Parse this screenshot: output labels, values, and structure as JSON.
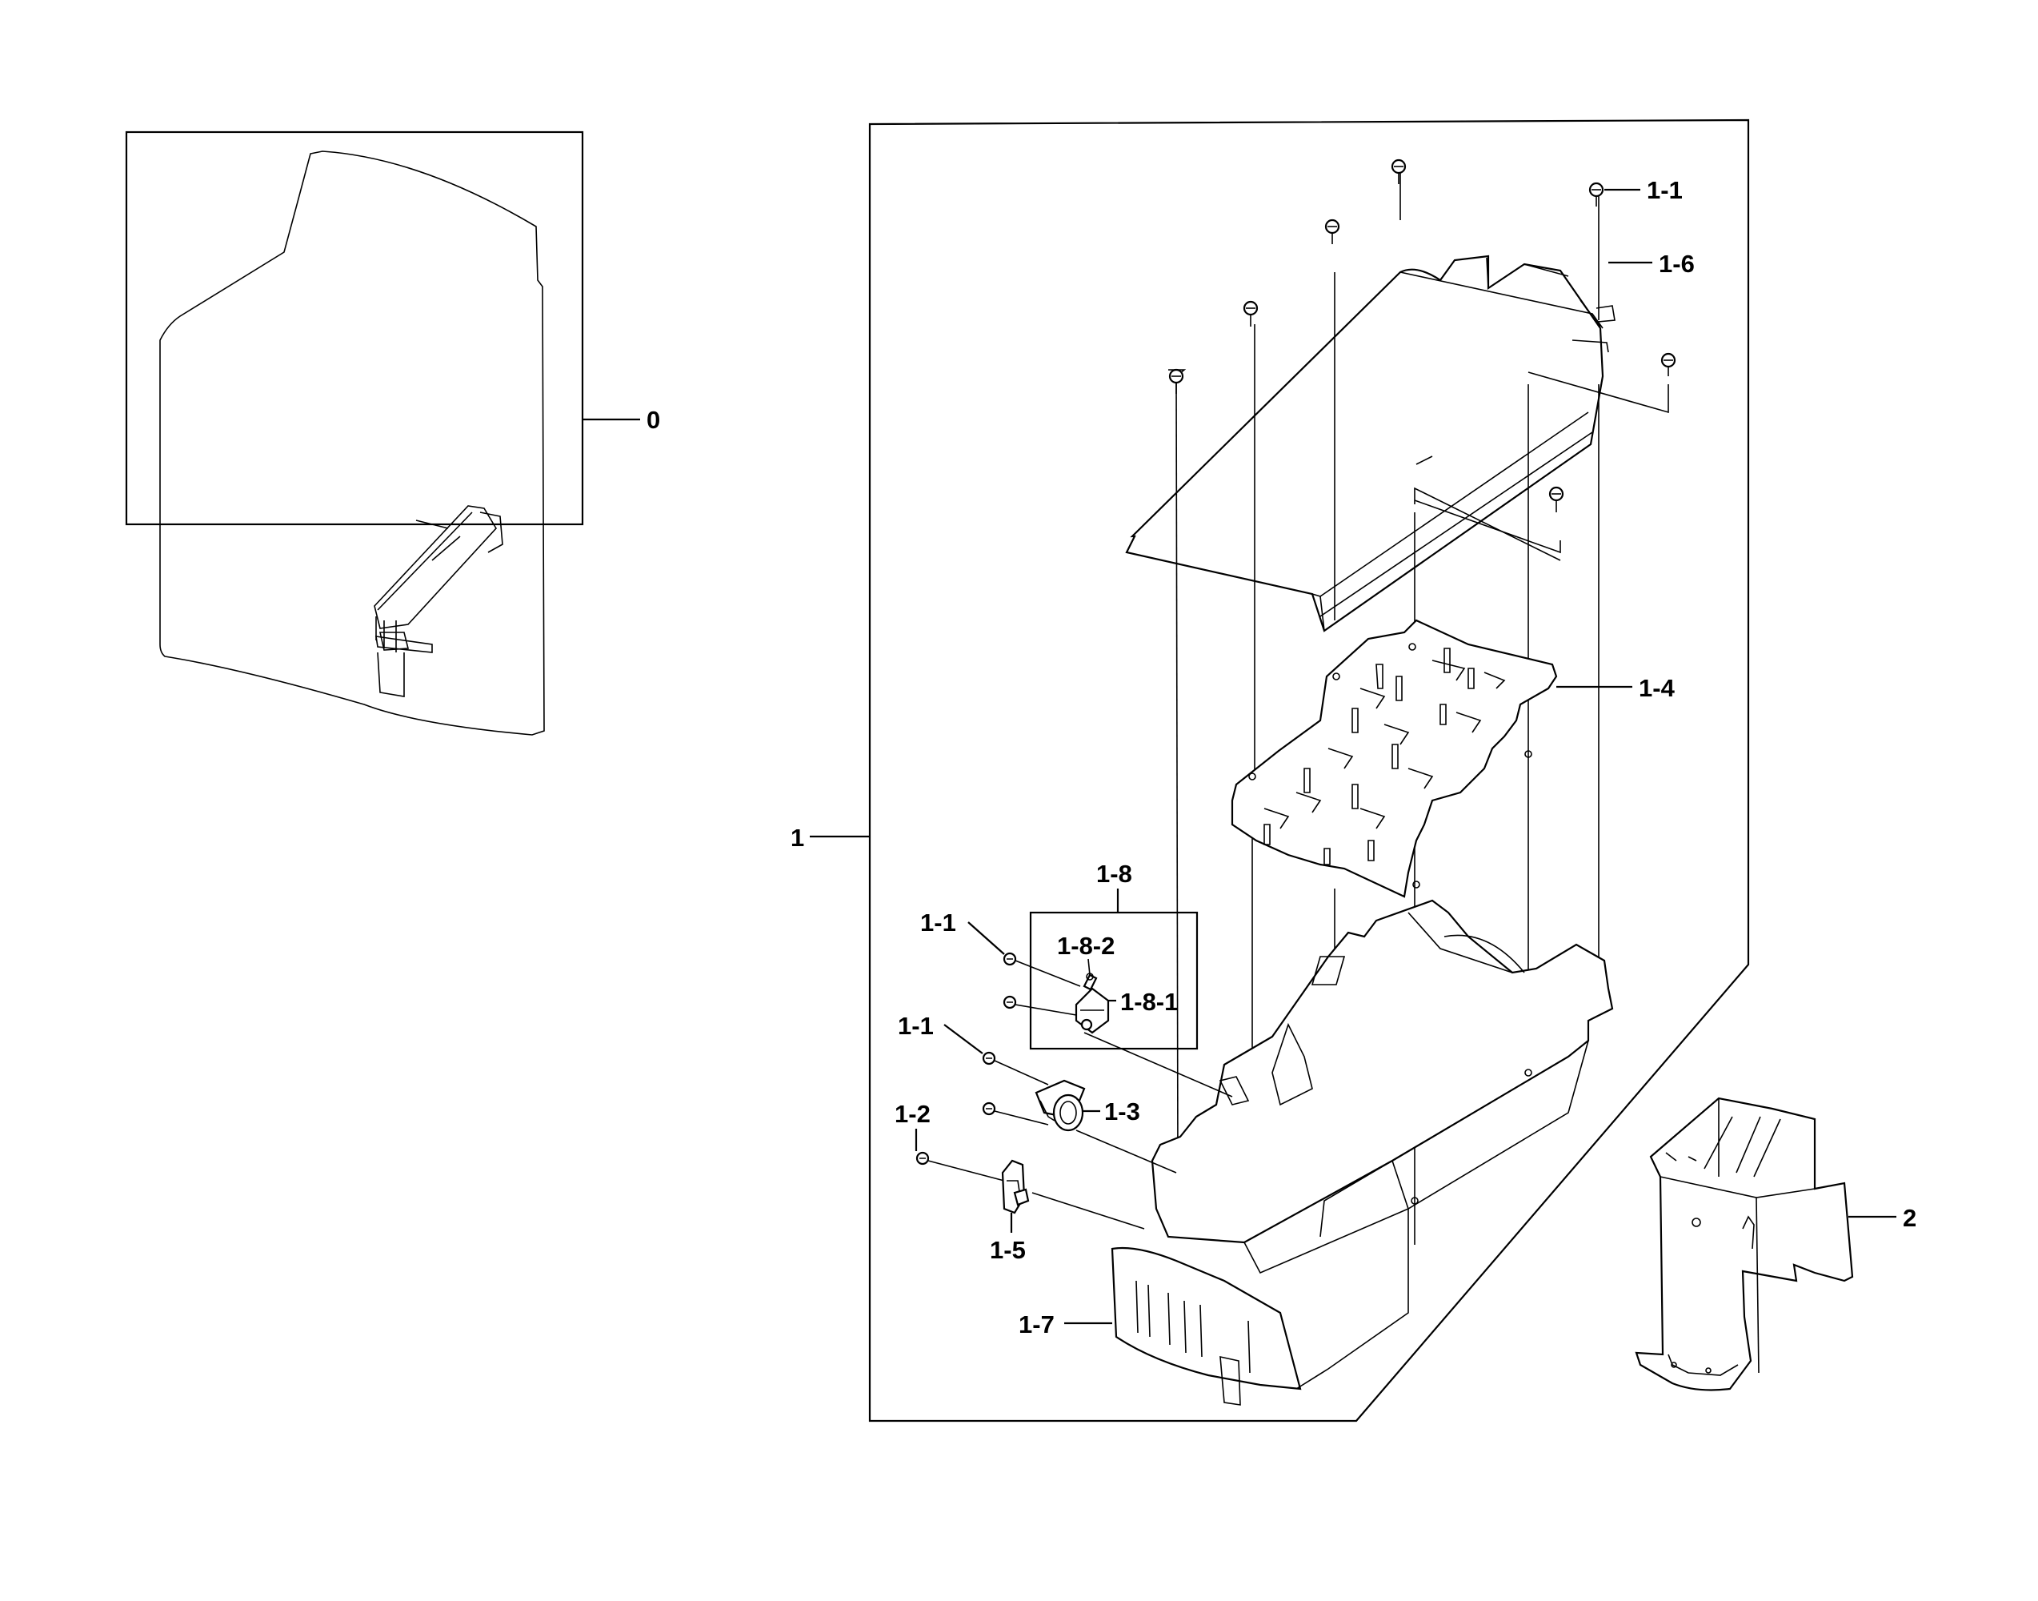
{
  "diagram": {
    "callouts": {
      "c0": "0",
      "c1": "1",
      "c1_1a": "1-1",
      "c1_6": "1-6",
      "c1_4": "1-4",
      "c1_8": "1-8",
      "c1_1b": "1-1",
      "c1_8_2": "1-8-2",
      "c1_8_1": "1-8-1",
      "c1_1c": "1-1",
      "c1_3": "1-3",
      "c1_2": "1-2",
      "c1_5": "1-5",
      "c1_7": "1-7",
      "c2": "2"
    }
  }
}
